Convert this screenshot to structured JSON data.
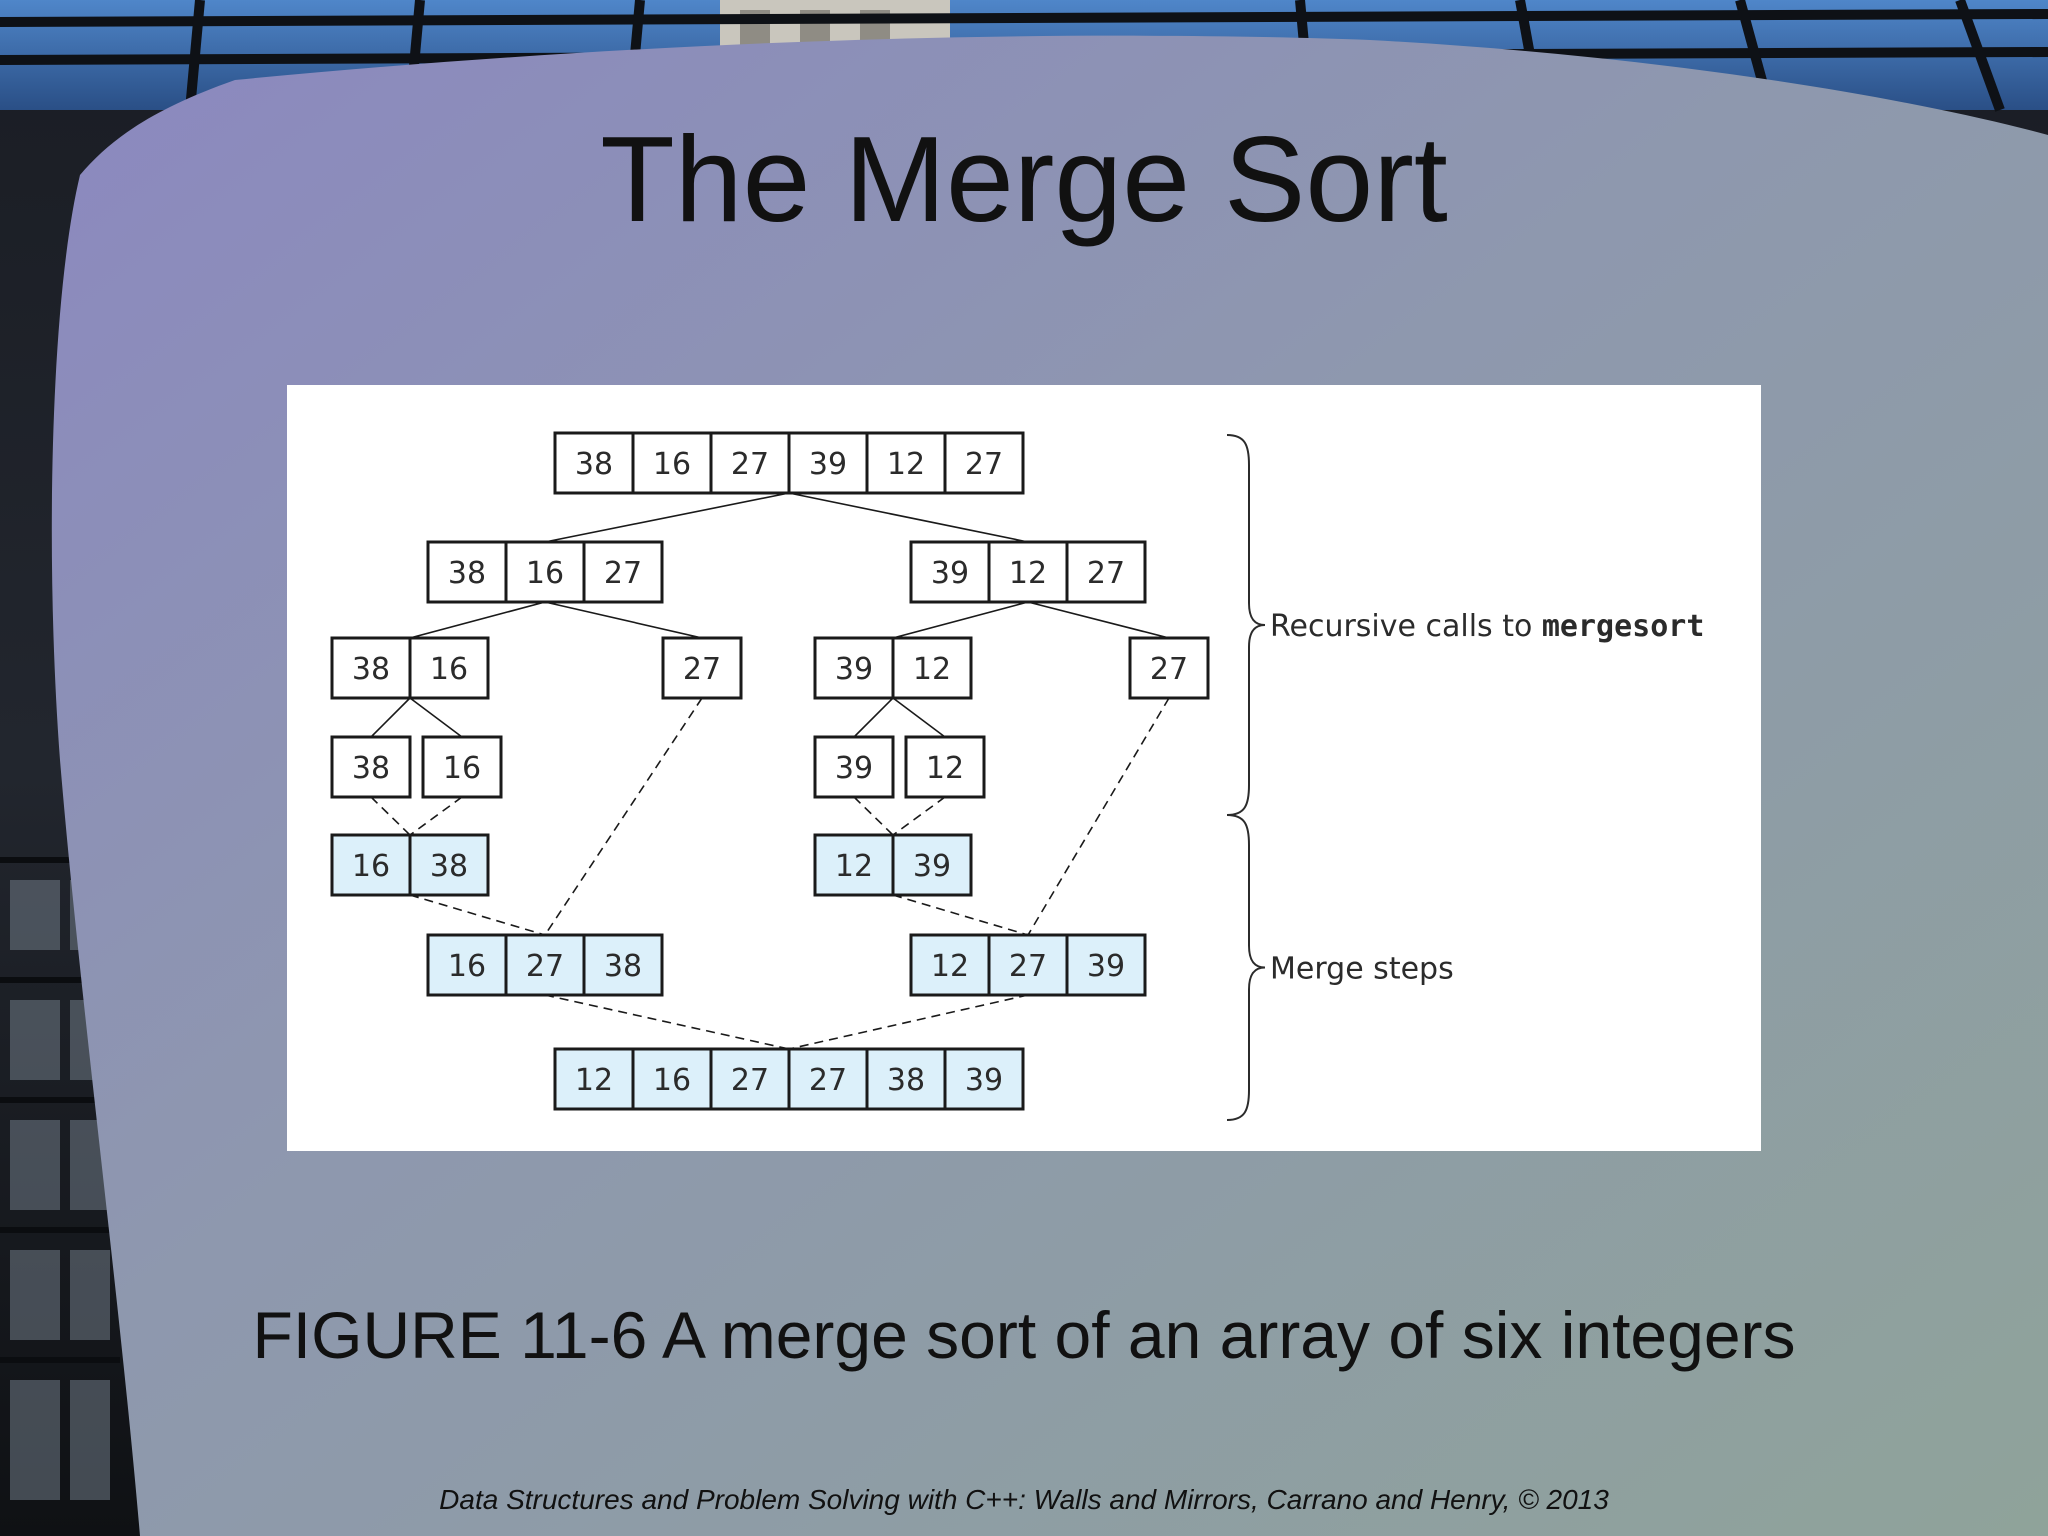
{
  "slide": {
    "title": "The Merge Sort",
    "caption": "FIGURE 11-6 A merge sort of an array of six integers",
    "footer": "Data Structures and Problem Solving with C++: Walls and Mirrors, Carrano and Henry, ©  2013"
  },
  "diagram": {
    "colors": {
      "split_fill": "#ffffff",
      "merged_fill": "#dcf0fa",
      "border": "#1a1a1a",
      "line": "#1a1a1a"
    },
    "arrays": [
      {
        "id": "root",
        "values": [
          38,
          16,
          27,
          39,
          12,
          27
        ],
        "merged": false
      },
      {
        "id": "L",
        "values": [
          38,
          16,
          27
        ],
        "merged": false
      },
      {
        "id": "R",
        "values": [
          39,
          12,
          27
        ],
        "merged": false
      },
      {
        "id": "LL",
        "values": [
          38,
          16
        ],
        "merged": false
      },
      {
        "id": "LR",
        "values": [
          27
        ],
        "merged": false
      },
      {
        "id": "RL",
        "values": [
          39,
          12
        ],
        "merged": false
      },
      {
        "id": "RR",
        "values": [
          27
        ],
        "merged": false
      },
      {
        "id": "LLa",
        "values": [
          38
        ],
        "merged": false
      },
      {
        "id": "LLb",
        "values": [
          16
        ],
        "merged": false
      },
      {
        "id": "RLa",
        "values": [
          39
        ],
        "merged": false
      },
      {
        "id": "RLb",
        "values": [
          12
        ],
        "merged": false
      },
      {
        "id": "LLm",
        "values": [
          16,
          38
        ],
        "merged": true
      },
      {
        "id": "RLm",
        "values": [
          12,
          39
        ],
        "merged": true
      },
      {
        "id": "Lm",
        "values": [
          16,
          27,
          38
        ],
        "merged": true
      },
      {
        "id": "Rm",
        "values": [
          12,
          27,
          39
        ],
        "merged": true
      },
      {
        "id": "final",
        "values": [
          12,
          16,
          27,
          27,
          38,
          39
        ],
        "merged": true
      }
    ],
    "split_edges": [
      [
        "root",
        "L"
      ],
      [
        "root",
        "R"
      ],
      [
        "L",
        "LL"
      ],
      [
        "L",
        "LR"
      ],
      [
        "R",
        "RL"
      ],
      [
        "R",
        "RR"
      ],
      [
        "LL",
        "LLa"
      ],
      [
        "LL",
        "LLb"
      ],
      [
        "RL",
        "RLa"
      ],
      [
        "RL",
        "RLb"
      ]
    ],
    "merge_edges": [
      [
        "LLa",
        "LLm"
      ],
      [
        "LLb",
        "LLm"
      ],
      [
        "RLa",
        "RLm"
      ],
      [
        "RLb",
        "RLm"
      ],
      [
        "LLm",
        "Lm"
      ],
      [
        "LR",
        "Lm"
      ],
      [
        "RLm",
        "Rm"
      ],
      [
        "RR",
        "Rm"
      ],
      [
        "Lm",
        "final"
      ],
      [
        "Rm",
        "final"
      ]
    ],
    "brackets": [
      {
        "label": "Recursive calls to ",
        "code": "mergesort"
      },
      {
        "label": "Merge steps",
        "code": ""
      }
    ]
  }
}
